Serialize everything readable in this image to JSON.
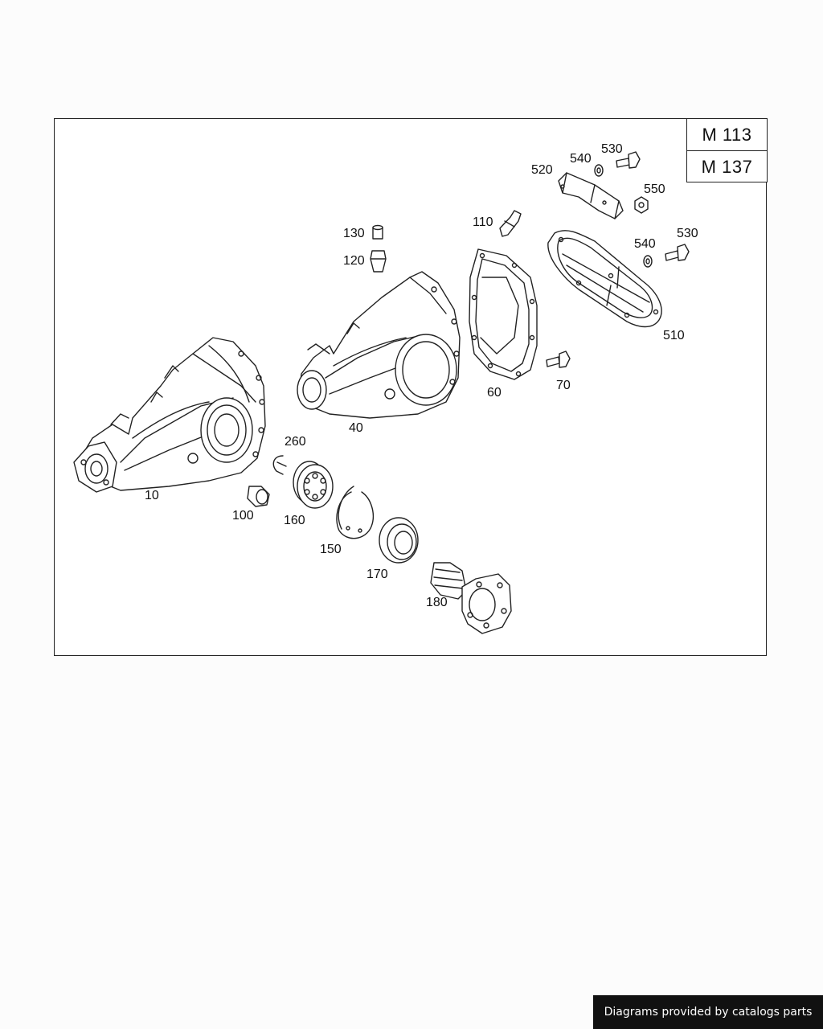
{
  "models": [
    "M 113",
    "M 137"
  ],
  "parts": [
    {
      "id": "p10",
      "label": "10"
    },
    {
      "id": "p40",
      "label": "40"
    },
    {
      "id": "p60",
      "label": "60"
    },
    {
      "id": "p70",
      "label": "70"
    },
    {
      "id": "p100",
      "label": "100"
    },
    {
      "id": "p110",
      "label": "110"
    },
    {
      "id": "p120",
      "label": "120"
    },
    {
      "id": "p130",
      "label": "130"
    },
    {
      "id": "p150",
      "label": "150"
    },
    {
      "id": "p160",
      "label": "160"
    },
    {
      "id": "p170",
      "label": "170"
    },
    {
      "id": "p180",
      "label": "180"
    },
    {
      "id": "p260",
      "label": "260"
    },
    {
      "id": "p510",
      "label": "510"
    },
    {
      "id": "p520",
      "label": "520"
    },
    {
      "id": "p530a",
      "label": "530"
    },
    {
      "id": "p530b",
      "label": "530"
    },
    {
      "id": "p540a",
      "label": "540"
    },
    {
      "id": "p540b",
      "label": "540"
    },
    {
      "id": "p550",
      "label": "550"
    }
  ],
  "footer": {
    "text": "Diagrams provided by catalogs parts"
  }
}
